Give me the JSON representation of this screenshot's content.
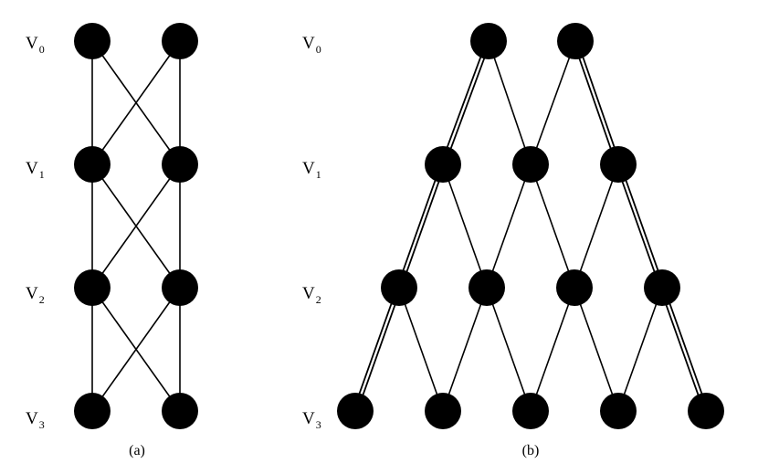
{
  "panel_a": {
    "labels": [
      {
        "base": "V",
        "sub": "0"
      },
      {
        "base": "V",
        "sub": "1"
      },
      {
        "base": "V",
        "sub": "2"
      },
      {
        "base": "V",
        "sub": "3"
      }
    ],
    "caption": "(a)"
  },
  "panel_b": {
    "labels": [
      {
        "base": "V",
        "sub": "0"
      },
      {
        "base": "V",
        "sub": "1"
      },
      {
        "base": "V",
        "sub": "2"
      },
      {
        "base": "V",
        "sub": "3"
      }
    ],
    "caption": "(b)"
  },
  "colors": {
    "node": "#000000",
    "edge": "#000000",
    "background": "#ffffff"
  }
}
